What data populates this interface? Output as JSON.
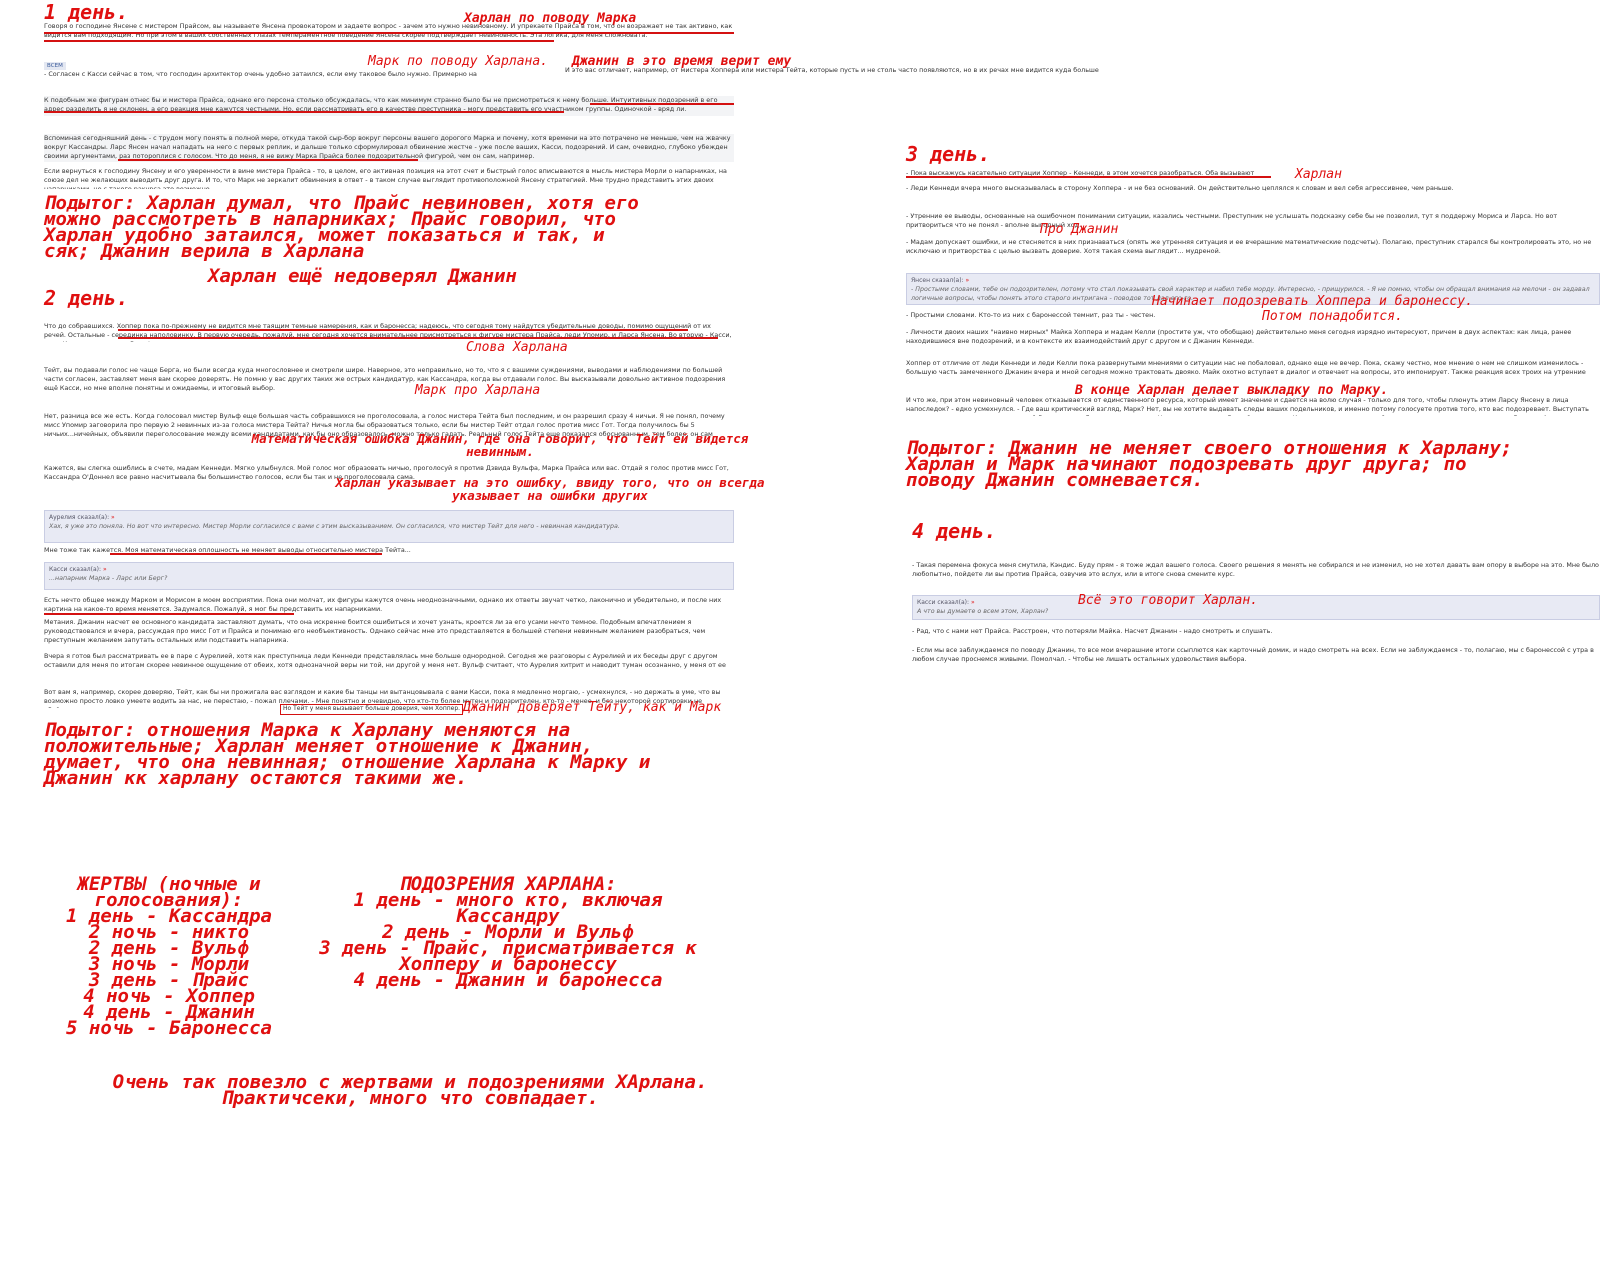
{
  "day_headers": {
    "day1": "1 день.",
    "day2": "2 день.",
    "day3": "3 день.",
    "day4": "4 день."
  },
  "annotations": {
    "a1": "Харлан по поводу Марка",
    "a2": "Марк по поводу Харлана.",
    "a3": "Джанин в это время верит ему",
    "a4": "Слова Харлана",
    "a5": "Марк про Харлана",
    "a6": "Математическая ошибка Джанин, где она говорит, что Тейт ей видется невинным.",
    "a7": "Харлан указывает на это ошибку, ввиду того, что он всегда указывает на ошибки других",
    "a8": "Джанин доверяет Тейту, как и Марк",
    "a9": "Харлан",
    "a10": "Про Джанин",
    "a11": "Начинает подозревать Хоппера и баронессу.",
    "a12": "Потом понадобится.",
    "a13": "В конце Харлан делает выкладку по Марку.",
    "a14": "Всё это говорит Харлан."
  },
  "summaries": {
    "s1": "Подытог: Харлан думал, что Прайс невиновен, хотя его можно рассмотреть в напарниках; Прайс говорил, что Харлан удобно затаился, может показаться и так, и сяк; Джанин верила в Харлана",
    "s1b": "Харлан ещё недоверял Джанин",
    "s2": "Подытог: отношения Марка к Харлану меняются на положительные; Харлан меняет отношение к Джанин, думает, что она невинная; отношение Харлана к Марку и Джанин кк харлану остаются такими же.",
    "s3": "Подытог: Джанин не меняет своего отношения к Харлану; Харлан и Марк начинают подозревать друг друга; по поводу Джанин сомневается."
  },
  "victims": {
    "title": "ЖЕРТВЫ (ночные и голосования):",
    "items": [
      "1 день - Кассандра",
      "2 ночь - никто",
      "2 день - Вульф",
      "3 ночь - Морли",
      "3 день - Прайс",
      "4 ночь - Хоппер",
      "4 день - Джанин",
      "5 ночь - Баронесса"
    ]
  },
  "suspicions": {
    "title": "ПОДОЗРЕНИЯ ХАРЛАНА:",
    "items": [
      "1 день - много кто, включая Кассандру",
      "2 день - Морли и Вульф",
      "3 день - Прайс, присматривается к Хопперу и баронессу",
      "4 день - Джанин и баронесса"
    ]
  },
  "conclusion": "Очень так повезло с жертвами и подозрениями ХАрлана. Практичсеки, много что совпадает.",
  "posts": {
    "d1p1": "Говоря о господине Янсене с мистером Прайсом, вы называете Янсена провокатором и задаете вопрос - зачем это нужно невиновному. И упрекаете Прайса в том, что он возражает не так активно, как видится вам подходящим. Но при этом в ваших собственных глазах темпераментное поведение Янсена скорее подтверждает невиновность. Эта логика, для меня сложновата.",
    "d1tag": "ВСЕМ",
    "d1p2": "- Согласен с Касси сейчас в том, что господин архитектор очень удобно затаился, если ему таковое было нужно. Примерно на уровне Берга.",
    "d1p2b": "И это вас отличает, например, от мистера Хоппера или мистера Тейта, которые пусть и не столь часто появляются, но в их речах мне видится куда больше прямоты.",
    "d1p3": "К подобным же фигурам отнес бы и мистера Прайса, однако его персона столько обсуждалась, что как минимум странно было бы не присмотреться к нему больше. Интуитивных подозрений в его адрес разделить я не склонен, а его реакция мне кажутся честными. Но, если рассматривать его в качестве преступника - могу представить его участником группы. Одиночкой - вряд ли.",
    "d1p4": "Вспоминая сегодняшний день - с трудом могу понять в полной мере, откуда такой сыр-бор вокруг персоны вашего дорогого Марка и почему, хотя времени на это потрачено не меньше, чем на жвачку вокруг Кассандры. Ларс Янсен начал нападать на него с первых реплик, и дальше только сформулировал обвинение жестче - уже после ваших, Касси, подозрений. И сам, очевидно, глубоко убежден своими аргументами, раз потороплися с голосом. Что до меня, я не вижу Марка Прайса более подозрительной фигурой, чем он сам, например.",
    "d1p5": "Если вернуться к господину Янсену и его уверенности в вине мистера Прайса - то, в целом, его активная позиция на этот счет и быстрый голос вписываются в мысль мистера Морли о напарниках, на союзе дел не желающих выводить друг друга. И то, что Марк не зеркалит обвинения в ответ - в таком случае выглядит противоположной Янсену стратегией. Мне трудно представить этих двоих напарниками, но с такого ракурса это возможно.",
    "d2p1": "Что до собравшихся. Хоппер пока по-прежнему не видится мне таящим темные намерения, как и баронесса; надеюсь, что сегодня тому найдутся убедительные доводы, помимо ощущений от их речей. Остальные - серединка наполовинку. В первую очередь, пожалуй, мне сегодня хочется внимательнее присмотреться к фигуре мистера Прайса, леди Упомир, и Ларса Янсена. Во вторую - Касси, леди Кеннеди и мистеру Вульфу.",
    "d2p2": "Тейт, вы подавали голос не чаще Берга, но были всегда куда многословнее и смотрели шире. Наверное, это неправильно, но то, что я с вашими суждениями, выводами и наблюдениями по большей части согласен, заставляет меня вам скорее доверять. Не помню у вас других таких же острых кандидатур, как Кассандра, когда вы отдавали голос. Вы высказывали довольно активное подозрения ещё Касси, но мне вполне понятны и ожидаемы, и итоговый выбор.",
    "d2p3": "Нет, разница все же есть. Когда голосовал мистер Вульф еще большая часть собравшихся не проголосовала, а голос мистера Тейта был последним, и он разрешил сразу 4 ничьи. Я не понял, почему мисс Упомир заговорила про первую 2 невинных из-за голоса мистера Тейта? Ничья могла бы образоваться только, если бы мистер Тейт отдал голос против мисс Гот. Тогда получилось бы 5 ничьих...ничейных, объявили переголосование между всеми кандидатами, как бы оно образовалось, можно только гадать. Реальный голос Тейта еще показался обоснованным, тем более, он сам упоминал, что основного я отдать его против.",
    "d2p4": "Кажется, вы слегка ошиблись в счете, мадам Кеннеди. Мягко улыбнулся. Мой голос мог образовать ничью, проголосуй я против Дзвида Вульфа, Марка Прайса или вас. Отдай я голос против мисс Гот, Кассандра О'Доннел все равно насчитывала бы большинство голосов, если бы так и не проголосовала сама.",
    "d2q1h": "Аурелия сказал(а):",
    "d2q1": "Хах, я уже это поняла. Но вот что интересно. Мистер Морли согласился с вами с этим высказыванием. Он согласился, что мистер Тейт для него - невинная кандидатура.",
    "d2p5": "Мне тоже так кажется. Моя математическая оплошность не меняет выводы относительно мистера Тейта...",
    "d2q2h": "Касси сказал(а):",
    "d2q2": "...напарник Марка - Ларс или Берг?",
    "d2p6": "Есть нечто общее между Марком и Морисом в моем восприятии. Пока они молчат, их фигуры кажутся очень неоднозначными, однако их ответы звучат четко, лаконично и убедительно, и после них картина на какое-то время меняется. Задумался. Пожалуй, я мог бы представить их напарниками.",
    "d2p7": "Метания. Джанин насчет ее основного кандидата заставляют думать, что она искренне боится ошибиться и хочет узнать, кроется ли за его усами нечто темное. Подобным впечатлением я руководствовался и вчера, рассуждая про мисс Гот и Прайса и понимаю его необъективность. Однако сейчас мне это представляется в большей степени невинным желанием разобраться, чем преступным желанием запутать остальных или подставить напарника.",
    "d2p8": "Вчера я готов был рассматривать ее в паре с Аурелией, хотя как преступница леди Кеннеди представлялась мне больше однородной. Сегодня же разговоры с Аурелией и их беседы друг с другом оставили для меня по итогам скорее невинное ощущение от обеих, хотя однозначной веры ни той, ни другой у меня нет. Вульф считает, что Аурелия хитрит и наводит туман осознанно, у меня от ее слов пока сложилось иное впечатление.",
    "d2p9": "Вот вам я, например, скорее доверяю, Тейт, как бы ни прожигала вас взглядом и какие бы танцы ни вытанцовывала с вами Касси, пока я медленно моргаю, - усмехнулся, - но держать в уме, что вы возможно просто ловко умеете водить за нас, не перестаю, - пожал плечами. - Мне понятно и очевидно, что кто-то более мутен и подозрителен, кто-то - менее, и без некоторой сортировки не обойтись, но мне ничего хорошего не говорит о человеке то, что он отбрасывает кандидатуры. Поясню я свою мысль?",
    "d2box": "Но Тейт у меня вызывает больше доверия, чем Хоппер.",
    "d3p1": "- Пока выскажусь касательно ситуации Хоппер - Кеннеди, в этом хочется разобраться. Оба вызывают сомнения.",
    "d3p2": "- Леди Кеннеди вчера много высказывалась в сторону Хоппера - и не без оснований. Он действительно цеплялся к словам и вел себя агрессивнее, чем раньше.",
    "d3p3": "- Утренние ее выводы, основанные на ошибочном понимании ситуации, казались честными. Преступник не услышать подсказку себе бы не позволил, тут я поддержу Мориса и Ларса. Но вот притвориться что не понял - вполне выгодный ход.",
    "d3p4": "- Мадам допускает ошибки, и не стесняется в них признаваться (опять же утренняя ситуация и ее вчерашние математические подсчеты). Полагаю, преступник старался бы контролировать это, но не исключаю и притворства с целью вызвать доверие. Хотя такая схема выглядит... мудреной.",
    "d3qh": "Янсен сказал(а):",
    "d3q": "- Простыми словами, тебе он подозрителен, потому что стал показывать свой характер и набил тебе морду. Интересно, - прищурился. - Я не помню, чтобы он обращал внимания на мелочи - он задавал логичные вопросы, чтобы понять этого старого интригана - поводов тот дал его-го.",
    "d3p5": "- Простыми словами. Кто-то из них с баронессой темнит, раз ты - честен.",
    "d3p6": "- Личности двоих наших \"наивно мирных\" Майка Хоппера и мадам Келли (простите уж, что обобщаю) действительно меня сегодня изрядно интересуют, причем в двух аспектах: как лица, ранее находившиеся вне подозрений, и в контексте их взаимодействий друг с другом и с Джанин Кеннеди.",
    "d3p7": "Хоппер от отличие от леди Кеннеди и леди Келли пока развернутыми мнениями о ситуации нас не побаловал, однако еще не вечер. Пока, скажу честно, мое мнение о нем не слишком изменилось - большую часть замеченного Джанин вчера и мной сегодня можно трактовать двояко. Майк охотно вступает в диалог и отвечает на вопросы, это импонирует. Также реакция всех троих на утренние новости меня заинтересовала.",
    "d3p8": "И что же, при этом невиновный человек отказывается от единственного ресурса, который имеет значение и сдается на волю случая - только для того, чтобы плюнуть этим Ларсу Янсену в лица напоследок? - едко усмехнулся. - Где ваш критический взгляд, Марк? Нет, вы не хотите выдавать следы ваших подельников, и именно потому голосуете против того, кто вас подозревает. Выступать против настолько же подозрительной большинству Джанин уже поздно. Наверное, вы могли бы пойти и против Касси, и даже выразили ей подозрения, но так тумана остается больше. А вам выгодно поддерживать туман.",
    "d4p1": "- Такая перемена фокуса меня смутила, Кэндис. Буду прям - я тоже ждал вашего голоса. Своего решения я менять не собирался и не изменил, но не хотел давать вам опору в выборе на это. Мне было любопытно, пойдете ли вы против Прайса, озвучив это вслух, или в итоге снова смените курс.",
    "d4qh": "Касси сказал(а):",
    "d4q": "А что вы думаете о всем этом, Харлан?",
    "d4p2": "- Рад, что с нами нет Прайса. Расстроен, что потеряли Майка. Насчет Джанин - надо смотреть и слушать.",
    "d4p3": "- Если мы все заблуждаемся по поводу Джанин, то все мои вчерашние итоги ссыплются как карточный домик, и надо смотреть на всех. Если не заблуждаемся - то, полагаю, мы с баронессой с утра в любом случае проснемся живыми. Помолчал. - Чтобы не лишать остальных удовольствия выбора."
  },
  "colors": {
    "annotation": "#e01010",
    "quote_bg": "#e8eaf4"
  }
}
